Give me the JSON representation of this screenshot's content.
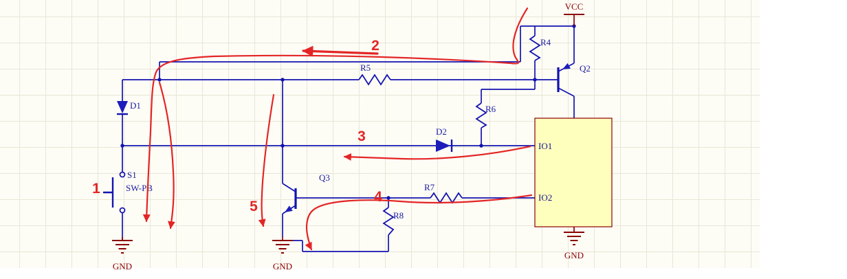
{
  "labels": {
    "vcc": "VCC",
    "gnd_left": "GND",
    "gnd_mid": "GND",
    "gnd_right": "GND",
    "r4": "R4",
    "r5": "R5",
    "r6": "R6",
    "r7": "R7",
    "r8": "R8",
    "q2": "Q2",
    "q3": "Q3",
    "d1": "D1",
    "d2": "D2",
    "s1": "S1",
    "s1_type": "SW-PB",
    "io1": "IO1",
    "io2": "IO2"
  },
  "annotations": {
    "step1": "1",
    "step2": "2",
    "step3": "3",
    "step4": "4",
    "step5": "5"
  },
  "colors": {
    "wire": "#1313b0",
    "designator_text": "#1c1c9e",
    "power_net": "#8b0000",
    "annotation_red": "#e42525",
    "ic_block_fill": "#ffffbd",
    "ic_block_border": "#8b0000",
    "grid_line": "#e9e6d6",
    "sheet_background": "#fdfdf6"
  }
}
